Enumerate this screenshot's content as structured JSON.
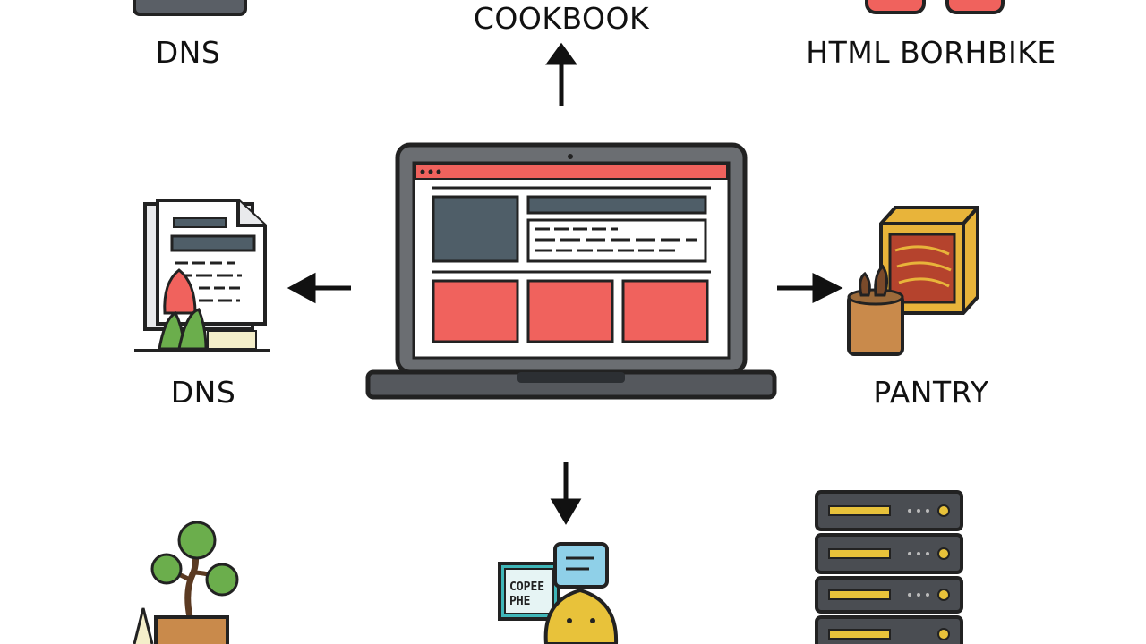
{
  "labels": {
    "top_center": "COOKBOOK",
    "top_left": "DNS",
    "top_right": "HTML BORHBIKE",
    "mid_left": "DNS",
    "mid_right": "PANTRY"
  },
  "small_sign_text": "COPEE PHE",
  "colors": {
    "accent_red": "#F0625D",
    "screen_gray": "#4F5E68",
    "outline": "#222222",
    "plant_green": "#6BAE4C",
    "server_yellow": "#E8C23A",
    "teal": "#3FB6B8"
  }
}
